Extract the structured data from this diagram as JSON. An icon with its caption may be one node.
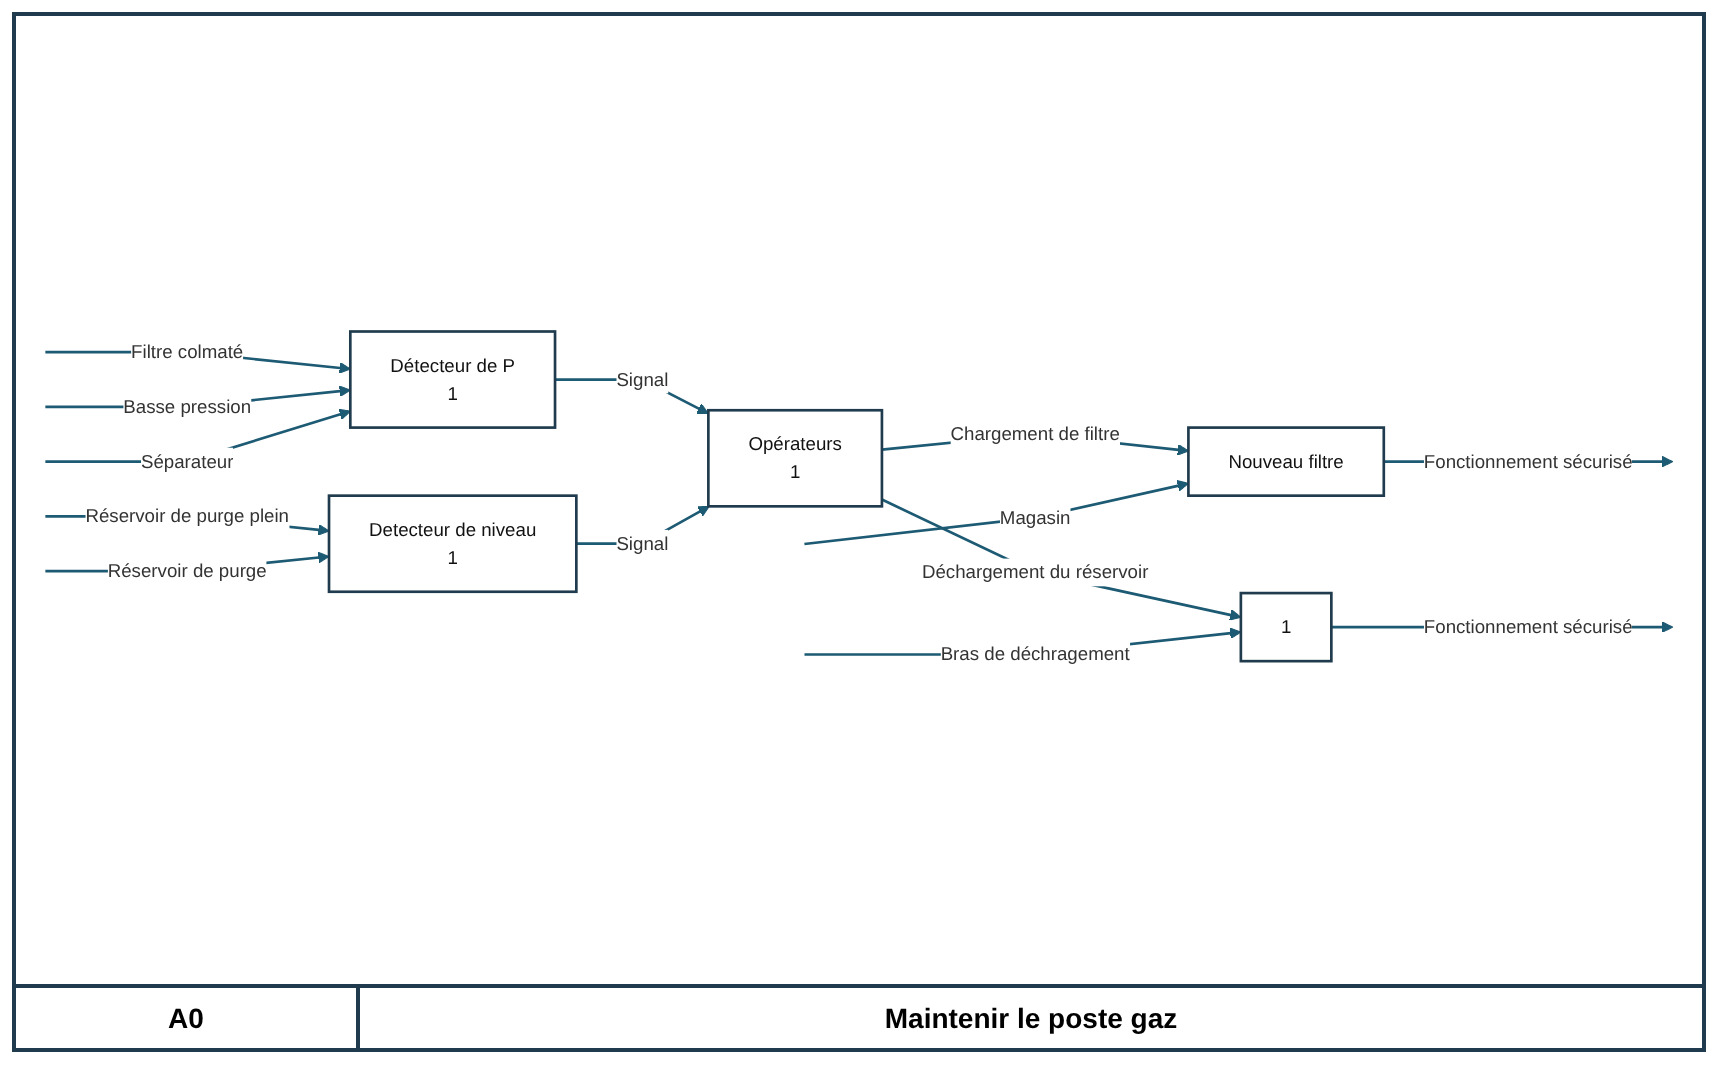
{
  "diagram": {
    "nodes": [
      {
        "text": [
          "Détecteur de P",
          "1"
        ]
      },
      {
        "text": [
          "Detecteur de niveau",
          "1"
        ]
      },
      {
        "text": [
          "Opérateurs",
          "1"
        ]
      },
      {
        "text": [
          "Nouveau filtre"
        ]
      },
      {
        "text": [
          "1"
        ]
      }
    ],
    "edges": [
      {
        "from": null,
        "to": 0,
        "arrow": "to",
        "label": "Filtre colmaté"
      },
      {
        "from": null,
        "to": 0,
        "arrow": "to",
        "label": "Basse pression"
      },
      {
        "from": null,
        "to": 0,
        "arrow": "to",
        "label": "Séparateur"
      },
      {
        "from": null,
        "to": 1,
        "arrow": "to",
        "label": "Réservoir de purge plein"
      },
      {
        "from": null,
        "to": 1,
        "arrow": "to",
        "label": "Réservoir de purge"
      },
      {
        "from": 0,
        "to": 2,
        "arrow": "to",
        "label": "Signal"
      },
      {
        "from": 1,
        "to": 2,
        "arrow": "to",
        "label": "Signal"
      },
      {
        "from": 2,
        "to": 3,
        "arrow": "to",
        "label": "Chargement de filtre"
      },
      {
        "from": 2,
        "to": 4,
        "arrow": "to",
        "label": "Déchargement du réservoir"
      },
      {
        "from": null,
        "to": 3,
        "arrow": "to",
        "label": "Magasin"
      },
      {
        "from": null,
        "to": 4,
        "arrow": "to",
        "label": "Bras de déchragement"
      },
      {
        "from": 3,
        "to": null,
        "arrow": "to",
        "label": "Fonctionnement sécurisé"
      },
      {
        "from": 4,
        "to": null,
        "arrow": "to",
        "label": "Fonctionnement sécurisé"
      }
    ],
    "labels": [
      "A0",
      "Maintenir le poste gaz"
    ]
  }
}
